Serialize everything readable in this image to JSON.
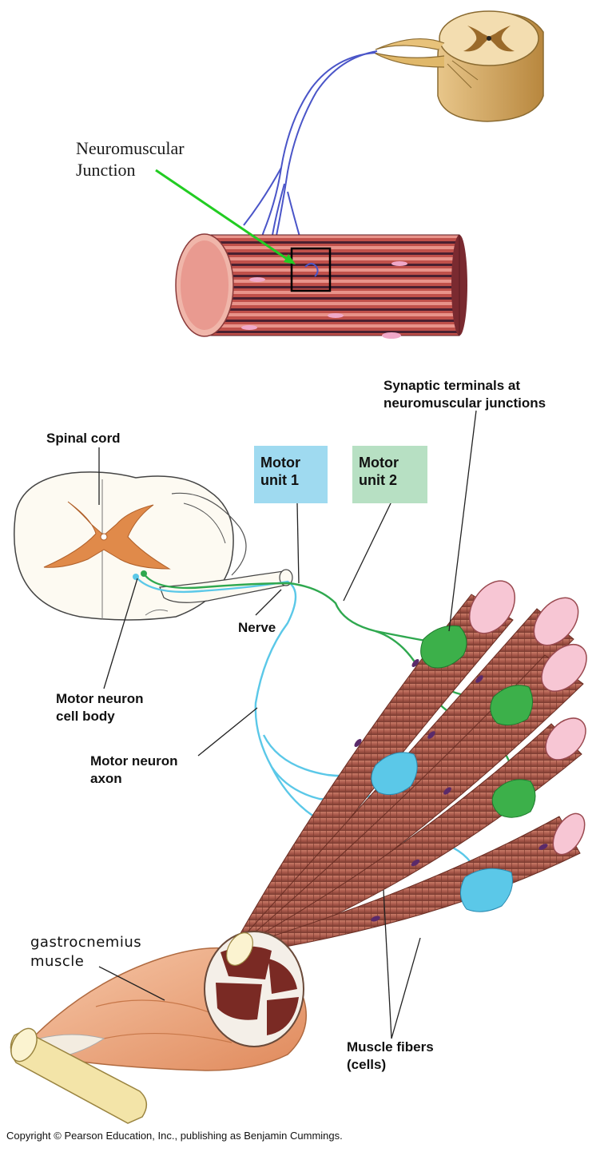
{
  "top_panel": {
    "nmj_label_line1": "Neuromuscular",
    "nmj_label_line2": "Junction"
  },
  "bottom_panel": {
    "synaptic_line1": "Synaptic terminals at",
    "synaptic_line2": "neuromuscular junctions",
    "spinal_cord": "Spinal cord",
    "motor_unit_1_line1": "Motor",
    "motor_unit_1_line2": "unit 1",
    "motor_unit_2_line1": "Motor",
    "motor_unit_2_line2": "unit 2",
    "nerve": "Nerve",
    "cell_body_line1": "Motor neuron",
    "cell_body_line2": "cell body",
    "axon_line1": "Motor neuron",
    "axon_line2": "axon",
    "muscle_line1": "gastrocnemius",
    "muscle_line2": "muscle",
    "fibers_line1": "Muscle fibers",
    "fibers_line2": "(cells)"
  },
  "copyright": "Copyright © Pearson Education, Inc., publishing as Benjamin Cummings.",
  "colors": {
    "motor_unit_1": "#5bc8e8",
    "motor_unit_2": "#2fa84f",
    "motor_unit_1_box": "#9fdaf0",
    "motor_unit_2_box": "#b7e0c3",
    "gray_matter": "#e08a4a",
    "muscle_fiber": "#a85a4a",
    "nerve_blue": "#4a55c8",
    "pointer_green": "#22cc22"
  }
}
